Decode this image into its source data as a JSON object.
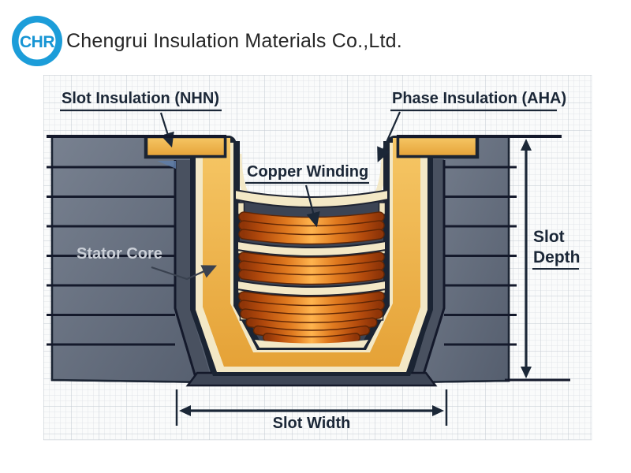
{
  "header": {
    "logo_text": "CHR",
    "company_name": "Chengrui Insulation Materials Co.,Ltd.",
    "logo_color": "#1c9dd9"
  },
  "diagram": {
    "labels": {
      "slot_insulation": "Slot Insulation (NHN)",
      "phase_insulation": "Phase Insulation (AHA)",
      "copper_winding": "Copper Winding",
      "stator_core": "Stator Core",
      "slot_depth_line1": "Slot",
      "slot_depth_line2": "Depth",
      "slot_width": "Slot Width"
    },
    "colors": {
      "insulation_yellow": "#efb54c",
      "liner_cream": "#f3e8c6",
      "copper_orange": "#e07a1f",
      "core_gray": "#5d6777",
      "outline_navy": "#1b2433",
      "label_navy": "#1b2737",
      "stator_label_gray": "#cbd0d8",
      "paper_grid": "#dfe3e8"
    }
  }
}
